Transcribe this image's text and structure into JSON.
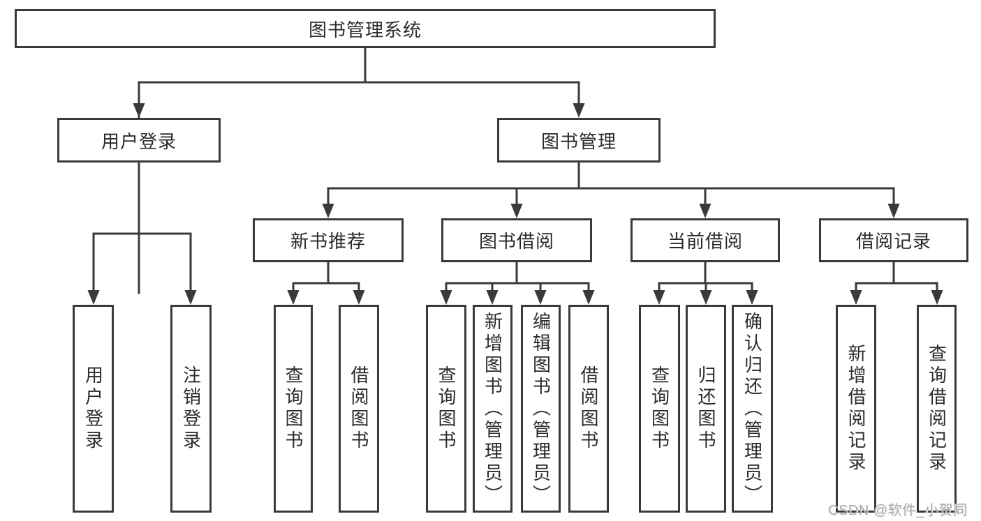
{
  "watermark": "CSDN @软件_小贺同学",
  "colors": {
    "line": "#3a3a3a",
    "text": "#2b2b2b",
    "box_bg": "#ffffff",
    "watermark": "#aaaaaa"
  },
  "tree": {
    "root": {
      "label": "图书管理系统"
    },
    "branches": [
      {
        "label": "用户登录",
        "children": [
          {
            "label": "用户登录"
          },
          {
            "label": "注销登录"
          }
        ]
      },
      {
        "label": "图书管理",
        "children": [
          {
            "label": "新书推荐",
            "children": [
              {
                "label": "查询图书"
              },
              {
                "label": "借阅图书"
              }
            ]
          },
          {
            "label": "图书借阅",
            "children": [
              {
                "label": "查询图书"
              },
              {
                "label": "新增图书（管理员）"
              },
              {
                "label": "编辑图书（管理员）"
              },
              {
                "label": "借阅图书"
              }
            ]
          },
          {
            "label": "当前借阅",
            "children": [
              {
                "label": "查询图书"
              },
              {
                "label": "归还图书"
              },
              {
                "label": "确认归还（管理员）"
              }
            ]
          },
          {
            "label": "借阅记录",
            "children": [
              {
                "label": "新增借阅记录"
              },
              {
                "label": "查询借阅记录"
              }
            ]
          }
        ]
      }
    ]
  }
}
